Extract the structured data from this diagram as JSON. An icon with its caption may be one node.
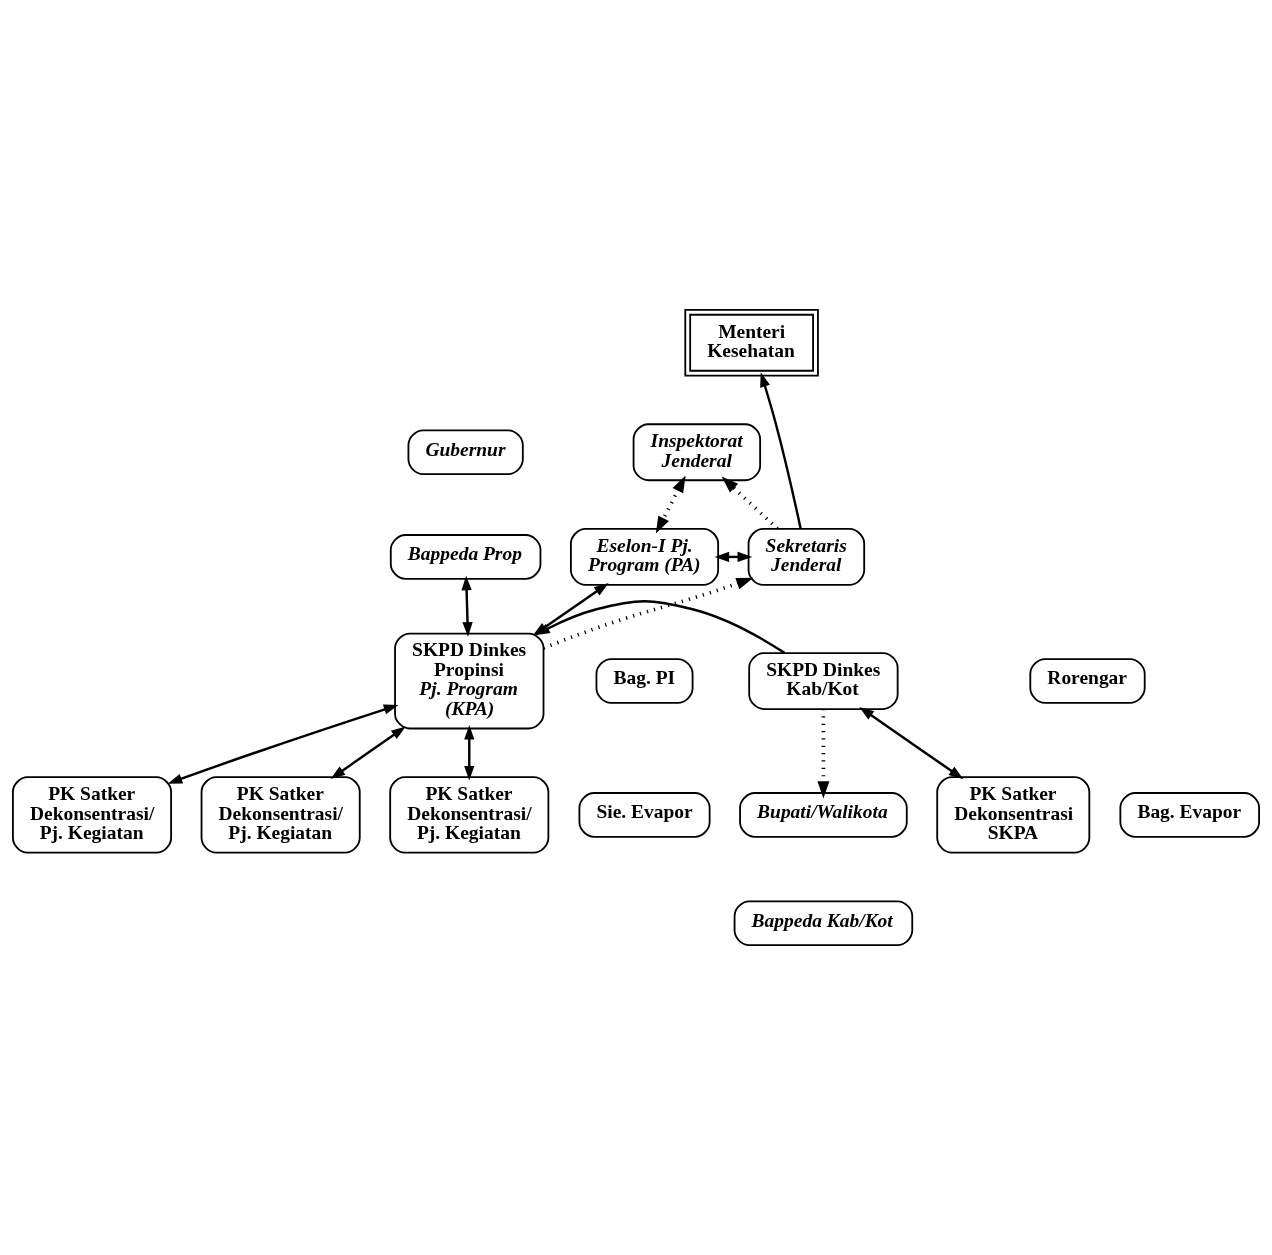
{
  "diagram": {
    "nodes": [
      {
        "text": [
          "Menteri Kesehatan"
        ]
      },
      {
        "text": [
          "Inspektorat Jenderal"
        ]
      },
      {
        "text": [
          "Eselon-I Pj. Program (PA)"
        ]
      },
      {
        "text": [
          "Bag. PI"
        ]
      },
      {
        "text": [
          "Sie. Evapor"
        ]
      },
      {
        "text": [
          "Sekretaris Jenderal"
        ]
      },
      {
        "text": [
          "Rorengar"
        ]
      },
      {
        "text": [
          "Bag. Evapor"
        ]
      },
      {
        "text": [
          "Gubernur"
        ]
      },
      {
        "text": [
          "Bappeda Prop"
        ]
      },
      {
        "text": [
          "Bupati/Walikota"
        ]
      },
      {
        "text": [
          "Bappeda Kab/Kot"
        ]
      },
      {
        "text": [
          "SKPD Dinkes Propinsi",
          "Pj. Program (KPA)"
        ]
      },
      {
        "text": [
          "SKPD Dinkes Kab/Kot"
        ]
      },
      {
        "text": [
          "PK Satker Dekonsentrasi/ Pj. Kegiatan"
        ]
      },
      {
        "text": [
          "PK Satker Dekonsentrasi/ Pj. Kegiatan"
        ]
      },
      {
        "text": [
          "PK Satker Dekonsentrasi/ Pj. Kegiatan"
        ]
      },
      {
        "text": [
          "PK Satker Dekonsentrasi SKPA"
        ]
      }
    ],
    "edges": [
      {
        "from": 5,
        "to": 0,
        "arrow": "to"
      },
      {
        "from": 5,
        "to": 1,
        "arrow": "to",
        "style": "dashed"
      },
      {
        "from": 1,
        "to": 2,
        "arrow": "both",
        "style": "dashed"
      },
      {
        "from": 2,
        "to": 5,
        "arrow": "both"
      },
      {
        "from": 12,
        "to": 5,
        "arrow": "to",
        "style": "dashed"
      },
      {
        "from": 2,
        "to": 12,
        "arrow": "both"
      },
      {
        "from": 9,
        "to": 12,
        "arrow": "both"
      },
      {
        "from": 13,
        "to": 10,
        "arrow": "to",
        "style": "dashed"
      },
      {
        "from": 13,
        "to": 12,
        "arrow": "to"
      },
      {
        "from": 13,
        "to": 17,
        "arrow": "both"
      },
      {
        "from": 12,
        "to": 14,
        "arrow": "both"
      },
      {
        "from": 12,
        "to": 15,
        "arrow": "both"
      },
      {
        "from": 12,
        "to": 16,
        "arrow": "both"
      }
    ]
  }
}
